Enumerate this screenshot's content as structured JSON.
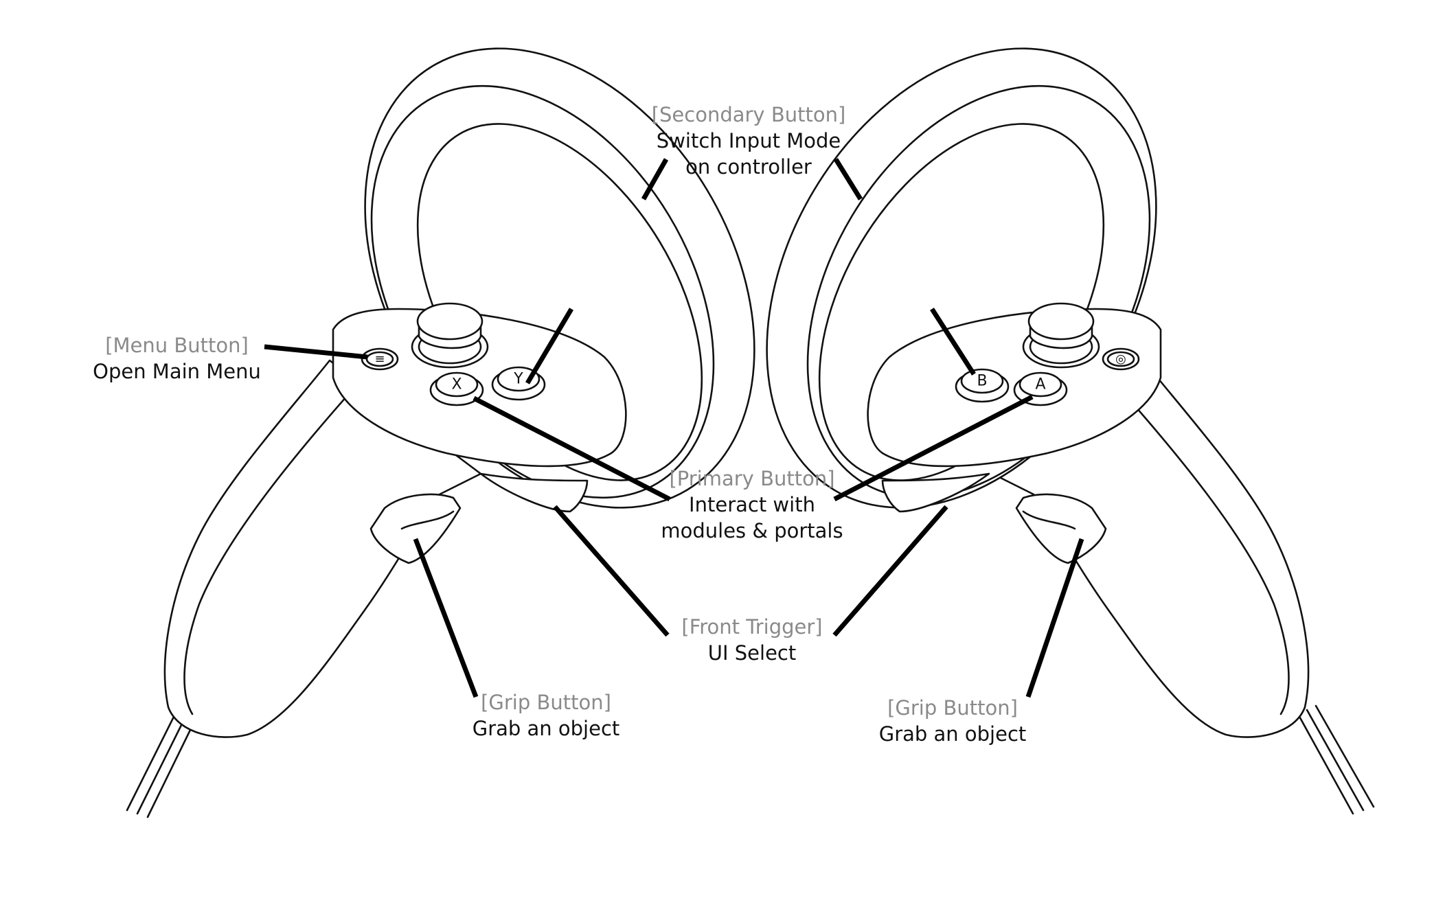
{
  "colors": {
    "title_gray": "#8a8a8a",
    "description_black": "#111111",
    "outline": "#111111",
    "leader_line": "#000000",
    "background": "#ffffff"
  },
  "controllers": {
    "left": {
      "buttons": [
        {
          "glyph": "X"
        },
        {
          "glyph": "Y"
        },
        {
          "glyph": "≡"
        }
      ]
    },
    "right": {
      "buttons": [
        {
          "glyph": "A"
        },
        {
          "glyph": "B"
        },
        {
          "glyph": "◎"
        }
      ]
    }
  },
  "labels": {
    "secondary": {
      "title": "[Secondary Button]",
      "line1": "Switch Input Mode",
      "line2": "on controller"
    },
    "menu": {
      "title": "[Menu Button]",
      "line1": "Open Main Menu"
    },
    "primary": {
      "title": "[Primary Button]",
      "line1": "Interact with",
      "line2": "modules & portals"
    },
    "trigger": {
      "title": "[Front Trigger]",
      "line1": "UI Select"
    },
    "grip_left": {
      "title": "[Grip Button]",
      "line1": "Grab an object"
    },
    "grip_right": {
      "title": "[Grip Button]",
      "line1": "Grab an object"
    }
  }
}
